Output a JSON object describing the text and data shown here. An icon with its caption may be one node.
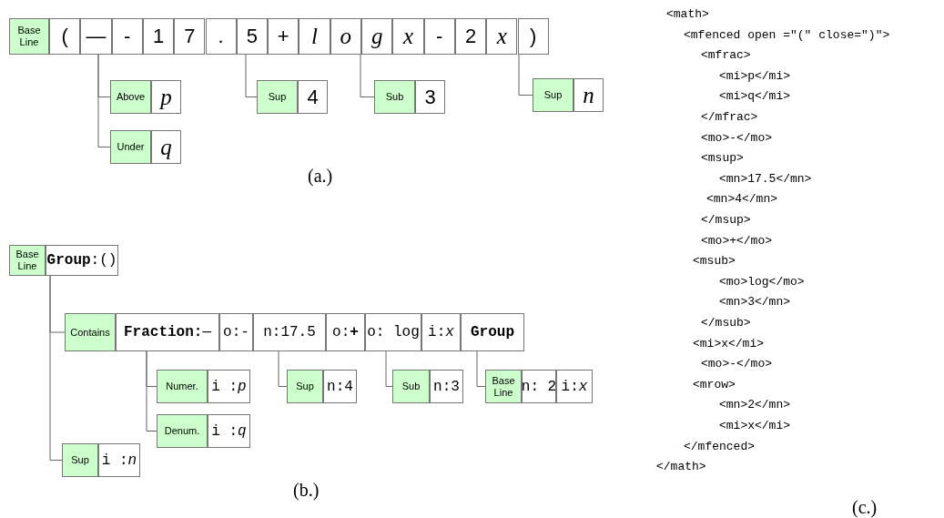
{
  "diagram": {
    "nodes": [
      {
        "text": [
          "Base Line"
        ]
      },
      {
        "text": [
          "("
        ]
      },
      {
        "text": [
          "—"
        ]
      },
      {
        "text": [
          "-"
        ]
      },
      {
        "text": [
          "1"
        ]
      },
      {
        "text": [
          "7"
        ]
      },
      {
        "text": [
          "."
        ]
      },
      {
        "text": [
          "5"
        ]
      },
      {
        "text": [
          "+"
        ]
      },
      {
        "text": [
          "l"
        ]
      },
      {
        "text": [
          "o"
        ]
      },
      {
        "text": [
          "g"
        ]
      },
      {
        "text": [
          "x"
        ]
      },
      {
        "text": [
          "-"
        ]
      },
      {
        "text": [
          "2"
        ]
      },
      {
        "text": [
          "x"
        ]
      },
      {
        "text": [
          ")"
        ]
      },
      {
        "text": [
          "Above"
        ]
      },
      {
        "text": [
          "p"
        ]
      },
      {
        "text": [
          "Under"
        ]
      },
      {
        "text": [
          "q"
        ]
      },
      {
        "text": [
          "Sup"
        ]
      },
      {
        "text": [
          "4"
        ]
      },
      {
        "text": [
          "Sub"
        ]
      },
      {
        "text": [
          "3"
        ]
      },
      {
        "text": [
          "Sup"
        ]
      },
      {
        "text": [
          "n"
        ]
      },
      {
        "text": [
          "Base Line"
        ]
      },
      {
        "text": [
          "**Group**:()"
        ]
      },
      {
        "text": [
          "Contains"
        ]
      },
      {
        "text": [
          "**Fraction:**—"
        ]
      },
      {
        "text": [
          "o:-"
        ]
      },
      {
        "text": [
          "n:17.5"
        ]
      },
      {
        "text": [
          "o:**+**"
        ]
      },
      {
        "text": [
          "o: log"
        ]
      },
      {
        "text": [
          "i:*x*"
        ]
      },
      {
        "text": [
          "Group"
        ]
      },
      {
        "text": [
          "Numer."
        ]
      },
      {
        "text": [
          "i :*p*"
        ]
      },
      {
        "text": [
          "Sup"
        ]
      },
      {
        "text": [
          "n:4"
        ]
      },
      {
        "text": [
          "Sub"
        ]
      },
      {
        "text": [
          "n:3"
        ]
      },
      {
        "text": [
          "Base Line"
        ]
      },
      {
        "text": [
          "n: 2"
        ]
      },
      {
        "text": [
          "i:*x*"
        ]
      },
      {
        "text": [
          "Denum."
        ]
      },
      {
        "text": [
          "i :*q*"
        ]
      },
      {
        "text": [
          "Sup"
        ]
      },
      {
        "text": [
          "i :*n*"
        ]
      }
    ],
    "edges": [
      {
        "from": 2,
        "to": 17,
        "arrow": "none"
      },
      {
        "from": 2,
        "to": 19,
        "arrow": "none"
      },
      {
        "from": 7,
        "to": 21,
        "arrow": "none"
      },
      {
        "from": 11,
        "to": 23,
        "arrow": "none"
      },
      {
        "from": 16,
        "to": 25,
        "arrow": "none"
      },
      {
        "from": 28,
        "to": 29,
        "arrow": "none"
      },
      {
        "from": 30,
        "to": 37,
        "arrow": "none"
      },
      {
        "from": 30,
        "to": 46,
        "arrow": "none"
      },
      {
        "from": 32,
        "to": 39,
        "arrow": "none"
      },
      {
        "from": 34,
        "to": 41,
        "arrow": "none"
      },
      {
        "from": 36,
        "to": 43,
        "arrow": "none"
      },
      {
        "from": 28,
        "to": 48,
        "arrow": "none"
      }
    ],
    "labels": [
      "<math>",
      "<mfenced open =\"(\" close=\")\">",
      "<mfrac>",
      "<mi>p</mi>",
      "<mi>q</mi>",
      "</mfrac>",
      "<mo>-</mo>",
      "<msup>",
      "<mn>17.5</mn>",
      "<mn>4</mn>",
      "</msup>",
      "<mo>+</mo>",
      "<msub>",
      "<mo>log</mo>",
      "<mn>3</mn>",
      "</msub>",
      "<mi>x</mi>",
      "<mo>-</mo>",
      "<mrow>",
      "<mn>2</mn>",
      "<mi>x</mi>",
      "</mfenced>",
      "</math>",
      "(a.)",
      "(b.)",
      "(c.)"
    ]
  }
}
